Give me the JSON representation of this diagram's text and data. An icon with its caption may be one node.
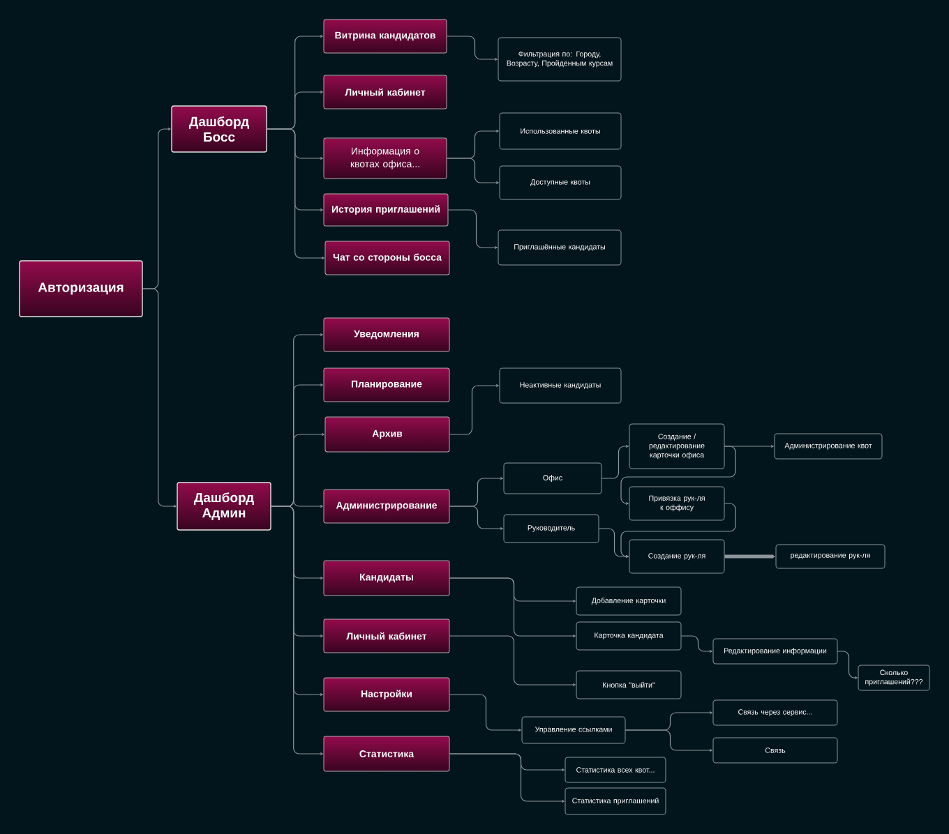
{
  "diagram": {
    "nodes": [
      {
        "text": [
          "Авторизация"
        ]
      },
      {
        "text": [
          "Дашборд Босс"
        ]
      },
      {
        "text": [
          "Витрина кандидатов"
        ]
      },
      {
        "text": [
          "Фильтрация по: Городу, Возрасту, Пройдённым курсам"
        ]
      },
      {
        "text": [
          "Личный кабинет"
        ]
      },
      {
        "text": [
          "Информация о квотах офиса..."
        ]
      },
      {
        "text": [
          "Использованные квоты"
        ]
      },
      {
        "text": [
          "Доступные квоты"
        ]
      },
      {
        "text": [
          "История приглашений"
        ]
      },
      {
        "text": [
          "Приглашённые кандидаты"
        ]
      },
      {
        "text": [
          "Чат со стороны босса"
        ]
      },
      {
        "text": [
          "Дашборд Админ"
        ]
      },
      {
        "text": [
          "Уведомления"
        ]
      },
      {
        "text": [
          "Планирование"
        ]
      },
      {
        "text": [
          "Неактивные кандидаты"
        ]
      },
      {
        "text": [
          "Архив"
        ]
      },
      {
        "text": [
          "Администрирование"
        ]
      },
      {
        "text": [
          "Офис"
        ]
      },
      {
        "text": [
          "Создание / редактирование карточки офиса"
        ]
      },
      {
        "text": [
          "Администрирование квот"
        ]
      },
      {
        "text": [
          "Привязка рук-ля к оффису"
        ]
      },
      {
        "text": [
          "Руководитель"
        ]
      },
      {
        "text": [
          "Создание рук-ля"
        ]
      },
      {
        "text": [
          "редактирование рук-ля"
        ]
      },
      {
        "text": [
          "Кандидаты"
        ]
      },
      {
        "text": [
          "Добавление карточки"
        ]
      },
      {
        "text": [
          "Личный кабинет"
        ]
      },
      {
        "text": [
          "Карточка кандидата"
        ]
      },
      {
        "text": [
          "Редактирование информации"
        ]
      },
      {
        "text": [
          "Сколько приглашений???"
        ]
      },
      {
        "text": [
          "Кнопка \"выйти\""
        ]
      },
      {
        "text": [
          "Настройки"
        ]
      },
      {
        "text": [
          "Управление ссылками"
        ]
      },
      {
        "text": [
          "Связь через сервис..."
        ]
      },
      {
        "text": [
          "Связь"
        ]
      },
      {
        "text": [
          "Статистика"
        ]
      },
      {
        "text": [
          "Статистика всех квот..."
        ]
      },
      {
        "text": [
          "Статистика приглашений"
        ]
      }
    ],
    "edges": [
      {
        "from": 0,
        "to": 1,
        "arrow": "to"
      },
      {
        "from": 0,
        "to": 11,
        "arrow": "to"
      },
      {
        "from": 1,
        "to": 2,
        "arrow": "to"
      },
      {
        "from": 1,
        "to": 4,
        "arrow": "to"
      },
      {
        "from": 1,
        "to": 5,
        "arrow": "to"
      },
      {
        "from": 1,
        "to": 8,
        "arrow": "to"
      },
      {
        "from": 1,
        "to": 10,
        "arrow": "to"
      },
      {
        "from": 2,
        "to": 3,
        "arrow": "to"
      },
      {
        "from": 5,
        "to": 6,
        "arrow": "to"
      },
      {
        "from": 5,
        "to": 7,
        "arrow": "to"
      },
      {
        "from": 8,
        "to": 9,
        "arrow": "to"
      },
      {
        "from": 11,
        "to": 12,
        "arrow": "to"
      },
      {
        "from": 11,
        "to": 13,
        "arrow": "to"
      },
      {
        "from": 11,
        "to": 15,
        "arrow": "to"
      },
      {
        "from": 11,
        "to": 16,
        "arrow": "to"
      },
      {
        "from": 11,
        "to": 24,
        "arrow": "to"
      },
      {
        "from": 11,
        "to": 26,
        "arrow": "to"
      },
      {
        "from": 11,
        "to": 31,
        "arrow": "to"
      },
      {
        "from": 11,
        "to": 35,
        "arrow": "to"
      },
      {
        "from": 15,
        "to": 14,
        "arrow": "to"
      },
      {
        "from": 16,
        "to": 17,
        "arrow": "to"
      },
      {
        "from": 16,
        "to": 21,
        "arrow": "to"
      },
      {
        "from": 17,
        "to": 18,
        "arrow": "to"
      },
      {
        "from": 18,
        "to": 19,
        "arrow": "to"
      },
      {
        "from": 18,
        "to": 20,
        "arrow": "to"
      },
      {
        "from": 20,
        "to": 22,
        "arrow": "to"
      },
      {
        "from": 21,
        "to": 22,
        "arrow": "to"
      },
      {
        "from": 22,
        "to": 23,
        "arrow": "to",
        "style": "thick"
      },
      {
        "from": 24,
        "to": 25,
        "arrow": "to"
      },
      {
        "from": 24,
        "to": 27,
        "arrow": "to"
      },
      {
        "from": 26,
        "to": 30,
        "arrow": "to"
      },
      {
        "from": 27,
        "to": 28,
        "arrow": "to"
      },
      {
        "from": 28,
        "to": 29,
        "arrow": "to"
      },
      {
        "from": 31,
        "to": 32,
        "arrow": "to"
      },
      {
        "from": 32,
        "to": 33,
        "arrow": "to"
      },
      {
        "from": 32,
        "to": 34,
        "arrow": "to"
      },
      {
        "from": 35,
        "to": 36,
        "arrow": "to"
      },
      {
        "from": 35,
        "to": 37,
        "arrow": "to"
      }
    ]
  }
}
